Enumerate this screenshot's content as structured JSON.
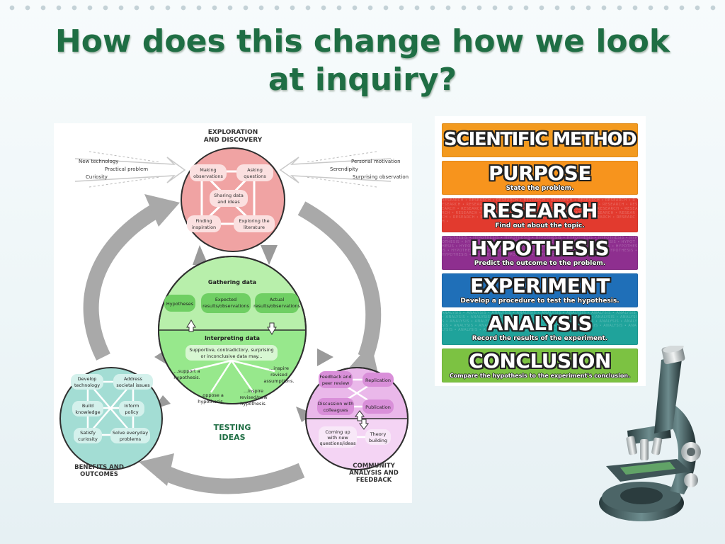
{
  "slide": {
    "title": "How does this change how we look\nat inquiry?"
  },
  "cycle_diagram": {
    "exploration": {
      "title_line1": "EXPLORATION",
      "title_line2": "AND DISCOVERY",
      "items": [
        {
          "line1": "Making",
          "line2": "observations"
        },
        {
          "line1": "Asking",
          "line2": "questions"
        },
        {
          "line1": "Sharing data",
          "line2": "and ideas"
        },
        {
          "line1": "Finding",
          "line2": "inspiration"
        },
        {
          "line1": "Exploring the",
          "line2": "literature"
        }
      ],
      "left_inputs": [
        "New technology",
        "Practical problem",
        "Curiosity"
      ],
      "right_inputs": [
        "Personal motivation",
        "Serendipity",
        "Surprising observation"
      ]
    },
    "testing": {
      "gathering_title": "Gathering data",
      "gathering_items": [
        {
          "line1": "Hypotheses",
          "line2": ""
        },
        {
          "line1": "Expected",
          "line2": "results/observations"
        },
        {
          "line1": "Actual",
          "line2": "results/observations"
        }
      ],
      "interpreting_title": "Interpreting data",
      "interpreting_text_line1": "Supportive, contradictory, surprising",
      "interpreting_text_line2": "or inconclusive data may...",
      "outcomes": [
        {
          "line1": "...support a",
          "line2": "hypothesis.",
          "line3": ""
        },
        {
          "line1": "...oppose a",
          "line2": "hypothesis.",
          "line3": ""
        },
        {
          "line1": "...inspire",
          "line2": "revised/new",
          "line3": "hypothesis."
        },
        {
          "line1": "...inspire",
          "line2": "revised",
          "line3": "assumptions."
        }
      ],
      "label_line1": "TESTING",
      "label_line2": "IDEAS"
    },
    "benefits": {
      "items": [
        {
          "line1": "Develop",
          "line2": "technology"
        },
        {
          "line1": "Address",
          "line2": "societal issues"
        },
        {
          "line1": "Build",
          "line2": "knowledge"
        },
        {
          "line1": "Inform",
          "line2": "policy"
        },
        {
          "line1": "Satisfy",
          "line2": "curiosity"
        },
        {
          "line1": "Solve everyday",
          "line2": "problems"
        }
      ],
      "label_line1": "BENEFITS AND",
      "label_line2": "OUTCOMES"
    },
    "community": {
      "items": [
        {
          "line1": "Feedback and",
          "line2": "peer review"
        },
        {
          "line1": "Replication",
          "line2": ""
        },
        {
          "line1": "Discussion with",
          "line2": "colleagues"
        },
        {
          "line1": "Publication",
          "line2": ""
        },
        {
          "line1": "Coming up",
          "line2": "with new",
          "line3": "questions/ideas"
        },
        {
          "line1": "Theory",
          "line2": "building",
          "line3": ""
        }
      ],
      "label_line1": "COMMUNITY",
      "label_line2": "ANALYSIS AND",
      "label_line3": "FEEDBACK"
    }
  },
  "scientific_method": {
    "bands": [
      {
        "key": "title",
        "head": "SCIENTIFIC METHOD",
        "sub": "",
        "bg": "",
        "color": "#f39a1f"
      },
      {
        "key": "purpose",
        "head": "PURPOSE",
        "sub": "State the problem.",
        "bg": "",
        "color": "#f7941d"
      },
      {
        "key": "research",
        "head": "RESEARCH",
        "sub": "Find out about the topic.",
        "bg": "RESEARCH • RESEARCH • RESEARCH • RESEARCH • RESEARCH • RESEARCH • RESEARCH • RESEARCH • RESEARCH • RESEARCH • RESEARCH • RESEARCH • RESEARCH • RESEARCH • RESEARCH • RESEARCH • RESEARCH • RESEARCH • RESEARCH • RESEARCH • RESEARCH • RESEARCH • RESEARCH • RESEARCH • RESEARCH • RESEARCH • RESEARCH • RESEARCH • RESEARCH • RESEARCH • RESEARCH • RESEARCH • RESEARCH • RESEARCH • RESEARCH • RESEARCH •",
        "color": "#e23a2e"
      },
      {
        "key": "hypothesis",
        "head": "HYPOTHESIS",
        "sub": "Predict the outcome to the problem.",
        "bg": "HYPOTHESIS • HYPOTHESIS • HYPOTHESIS • HYPOTHESIS • HYPOTHESIS • HYPOTHESIS • HYPOTHESIS • HYPOTHESIS • HYPOTHESIS • HYPOTHESIS • HYPOTHESIS • HYPOTHESIS • HYPOTHESIS • HYPOTHESIS • HYPOTHESIS • HYPOTHESIS • HYPOTHESIS • HYPOTHESIS • HYPOTHESIS • HYPOTHESIS • HYPOTHESIS • HYPOTHESIS • HYPOTHESIS • HYPOTHESIS • HYPOTHESIS • HYPOTHESIS • HYPOTHESIS • HYPOTHESIS • HYPOTHESIS • HYPOTHESIS •",
        "color": "#8e2f8f"
      },
      {
        "key": "experiment",
        "head": "EXPERIMENT",
        "sub": "Develop a procedure to test the hypothesis.",
        "bg": "",
        "color": "#1f6fb8"
      },
      {
        "key": "analysis",
        "head": "ANALYSIS",
        "sub": "Record the results of the experiment.",
        "bg": "ANALYSIS • ANALYSIS • ANALYSIS • ANALYSIS • ANALYSIS • ANALYSIS • ANALYSIS • ANALYSIS • ANALYSIS • ANALYSIS • ANALYSIS • ANALYSIS • ANALYSIS • ANALYSIS • ANALYSIS • ANALYSIS • ANALYSIS • ANALYSIS • ANALYSIS • ANALYSIS • ANALYSIS • ANALYSIS • ANALYSIS • ANALYSIS • ANALYSIS • ANALYSIS • ANALYSIS • ANALYSIS • ANALYSIS • ANALYSIS • ANALYSIS • ANALYSIS • ANALYSIS • ANALYSIS • ANALYSIS • ANALYSIS •",
        "color": "#1fa39b"
      },
      {
        "key": "conclusion",
        "head": "CONCLUSION",
        "sub": "Compare the hypothesis to the experiment's conclusion.",
        "bg": "",
        "color": "#7cc242"
      }
    ]
  },
  "decorations": {
    "microscope": "microscope-icon"
  }
}
